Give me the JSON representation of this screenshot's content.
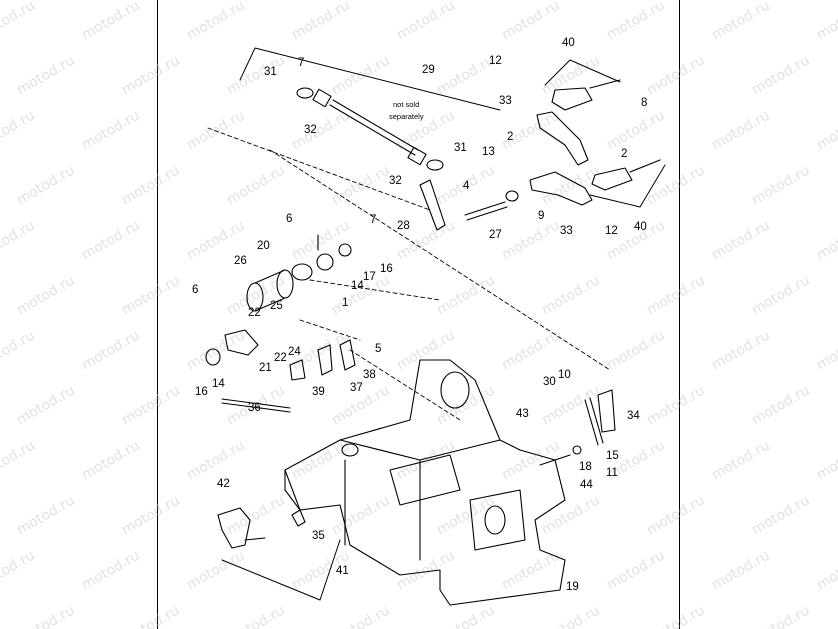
{
  "watermark": "motod.ru",
  "note": [
    "not sold",
    "separately"
  ],
  "labels": [
    "1",
    "2",
    "4",
    "5",
    "6",
    "7",
    "8",
    "9",
    "10",
    "11",
    "12",
    "13",
    "14",
    "15",
    "16",
    "17",
    "18",
    "19",
    "20",
    "21",
    "22",
    "24",
    "25",
    "26",
    "27",
    "28",
    "29",
    "30",
    "31",
    "32",
    "33",
    "34",
    "35",
    "36",
    "37",
    "38",
    "39",
    "40",
    "41",
    "42",
    "43",
    "44"
  ]
}
